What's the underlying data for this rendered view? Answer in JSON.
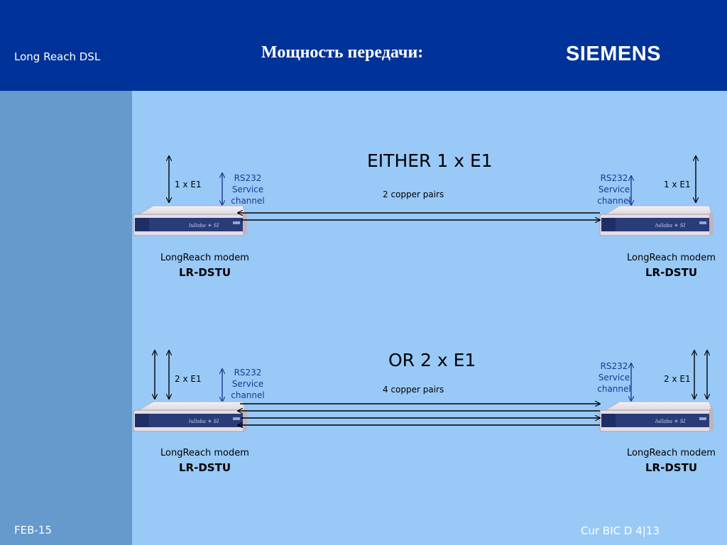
{
  "header": {
    "section": "Long Reach DSL",
    "title": "Мощность передачи:",
    "logo": "SIEMENS"
  },
  "footer": {
    "date": "FEB-15",
    "page": "Cur BIC D  4|13"
  },
  "scenario1": {
    "heading": "EITHER 1 x E1",
    "pairs": "2 copper pairs",
    "left": {
      "e1": "1 x E1",
      "rs_line1": "RS232",
      "rs_line2": "Service",
      "rs_line3": "channel",
      "modem_label": "LongReach modem",
      "modem_model": "LR-DSTU"
    },
    "right": {
      "e1": "1 x E1",
      "rs_line1": "RS232",
      "rs_line2": "Service",
      "rs_line3": "channel",
      "modem_label": "LongReach modem",
      "modem_model": "LR-DSTU"
    }
  },
  "scenario2": {
    "heading": "OR 2 x E1",
    "pairs": "4 copper pairs",
    "left": {
      "e1": "2 x E1",
      "rs_line1": "RS232",
      "rs_line2": "Service",
      "rs_line3": "channel",
      "modem_label": "LongReach modem",
      "modem_model": "LR-DSTU"
    },
    "right": {
      "e1": "2 x E1",
      "rs_line1": "RS232",
      "rs_line2": "Service",
      "rs_line3": "channel",
      "modem_label": "LongReach modem",
      "modem_model": "LR-DSTU"
    }
  },
  "colors": {
    "header": "#003399",
    "background": "#99c9f7",
    "sidebar": "#6699cc",
    "rs232": "#1a3a8f"
  },
  "icons": [
    "modem-device-icon",
    "bidirectional-arrow-icon"
  ]
}
